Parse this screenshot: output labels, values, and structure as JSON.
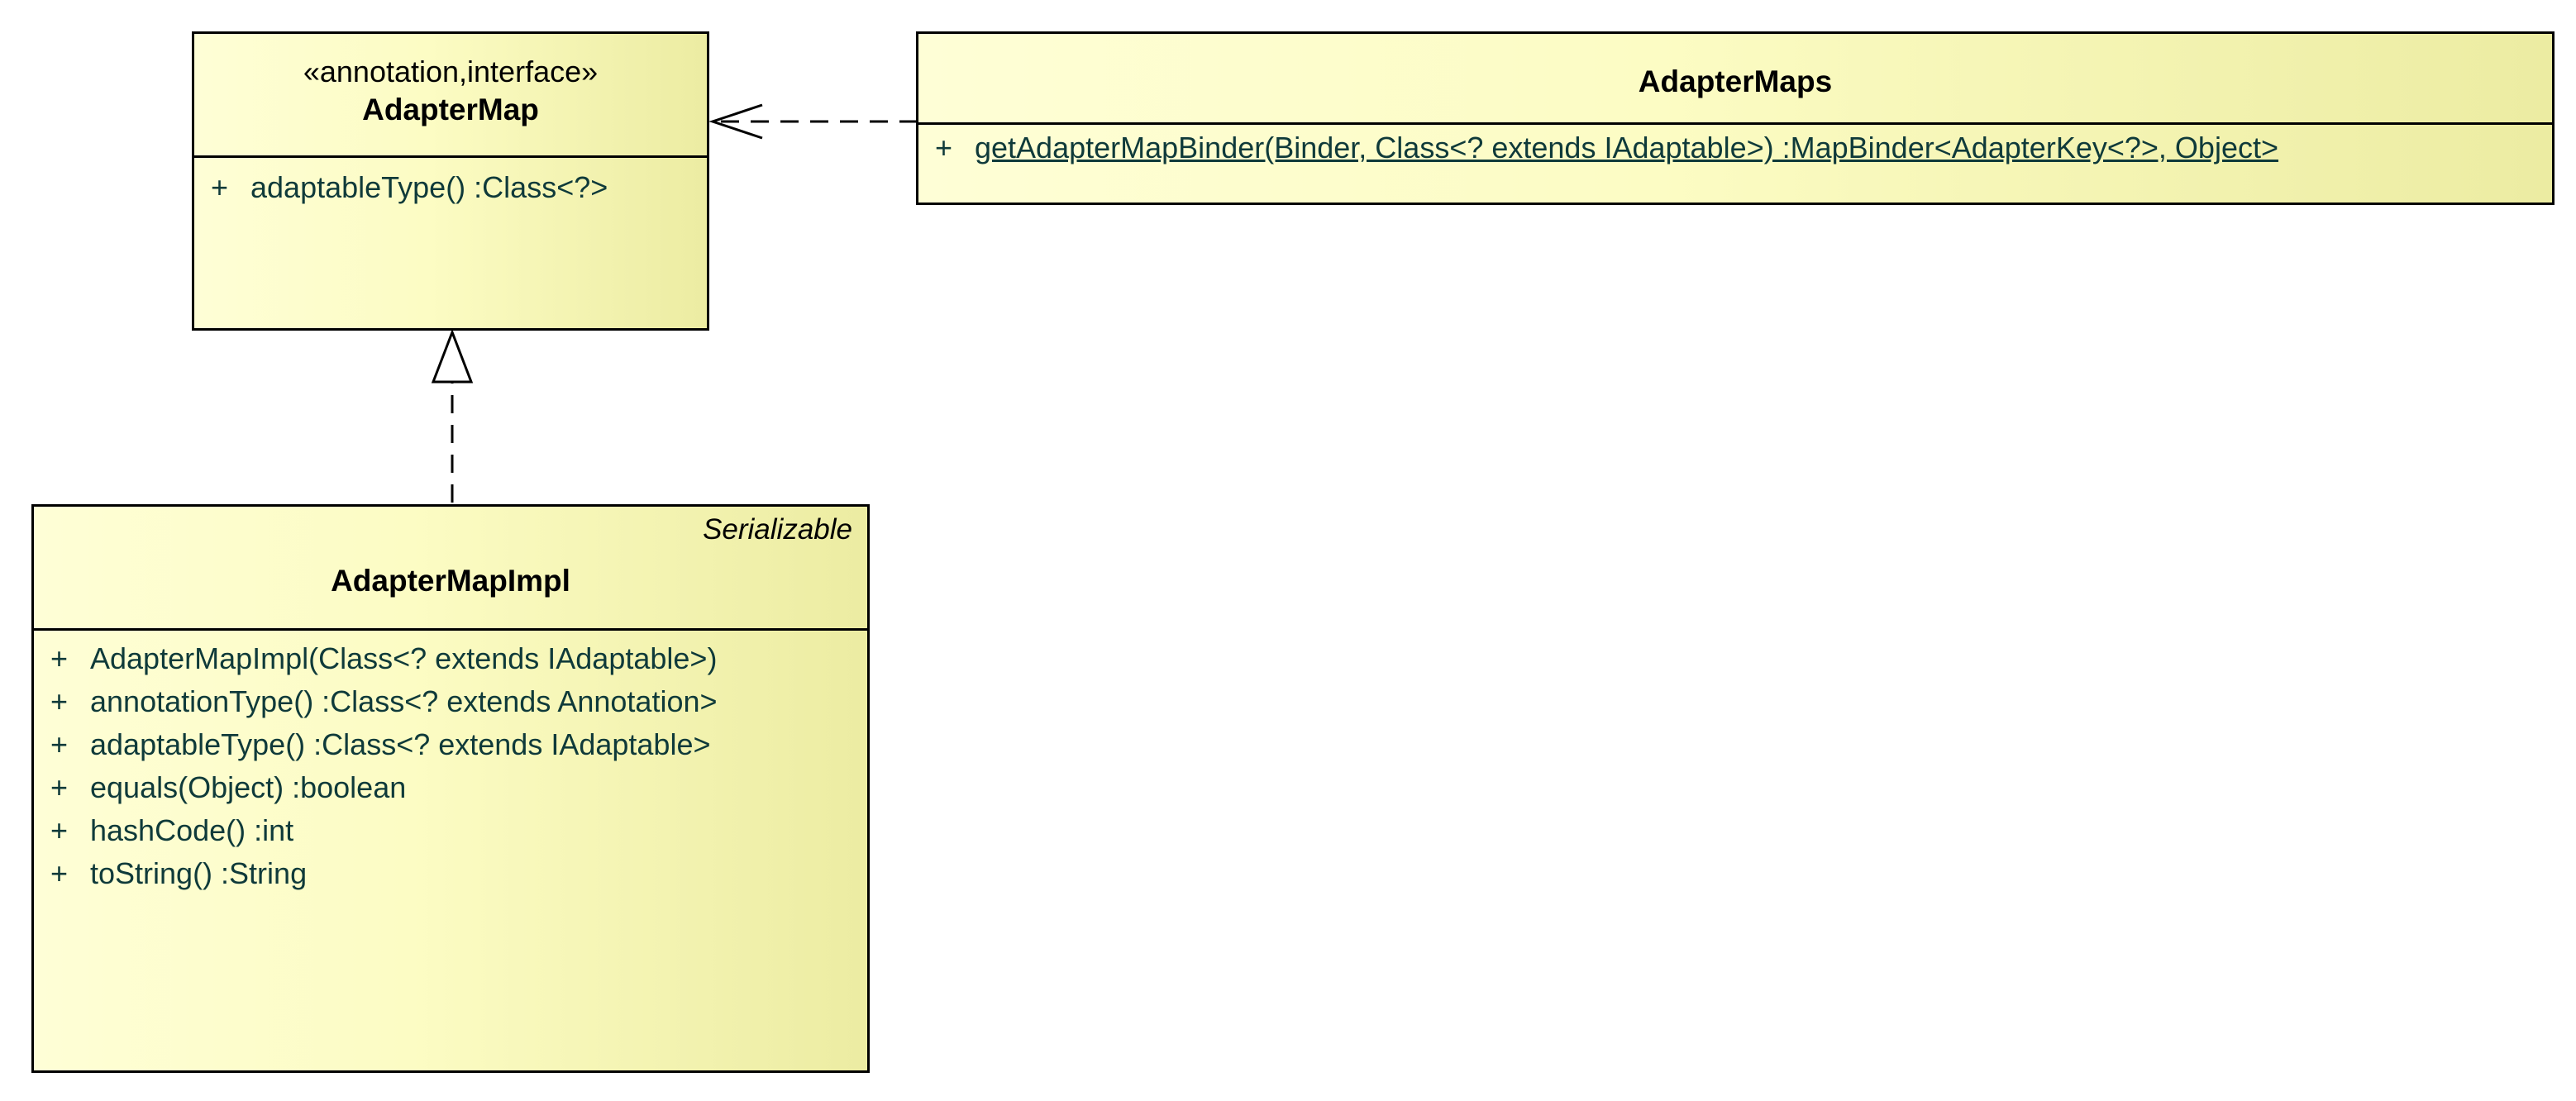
{
  "classes": {
    "adapter_map": {
      "stereotype": "«annotation,interface»",
      "name": "AdapterMap",
      "members": [
        {
          "vis": "+",
          "sig": "adaptableType()  :Class<?>"
        }
      ]
    },
    "adapter_maps": {
      "name": "AdapterMaps",
      "members": [
        {
          "vis": "+",
          "sig": "getAdapterMapBinder(Binder, Class<? extends IAdaptable>)  :MapBinder<AdapterKey<?>, Object>"
        }
      ]
    },
    "adapter_map_impl": {
      "interface_tag": "Serializable",
      "name": "AdapterMapImpl",
      "members": [
        {
          "vis": "+",
          "sig": "AdapterMapImpl(Class<? extends IAdaptable>)"
        },
        {
          "vis": "+",
          "sig": "annotationType()  :Class<? extends Annotation>"
        },
        {
          "vis": "+",
          "sig": "adaptableType()  :Class<? extends IAdaptable>"
        },
        {
          "vis": "+",
          "sig": "equals(Object)  :boolean"
        },
        {
          "vis": "+",
          "sig": "hashCode()  :int"
        },
        {
          "vis": "+",
          "sig": "toString()  :String"
        }
      ]
    }
  },
  "colors": {
    "fill_light": "#fefed6",
    "fill_dark": "#ececa2",
    "member_text": "#0f3a3a",
    "line": "#000000"
  }
}
